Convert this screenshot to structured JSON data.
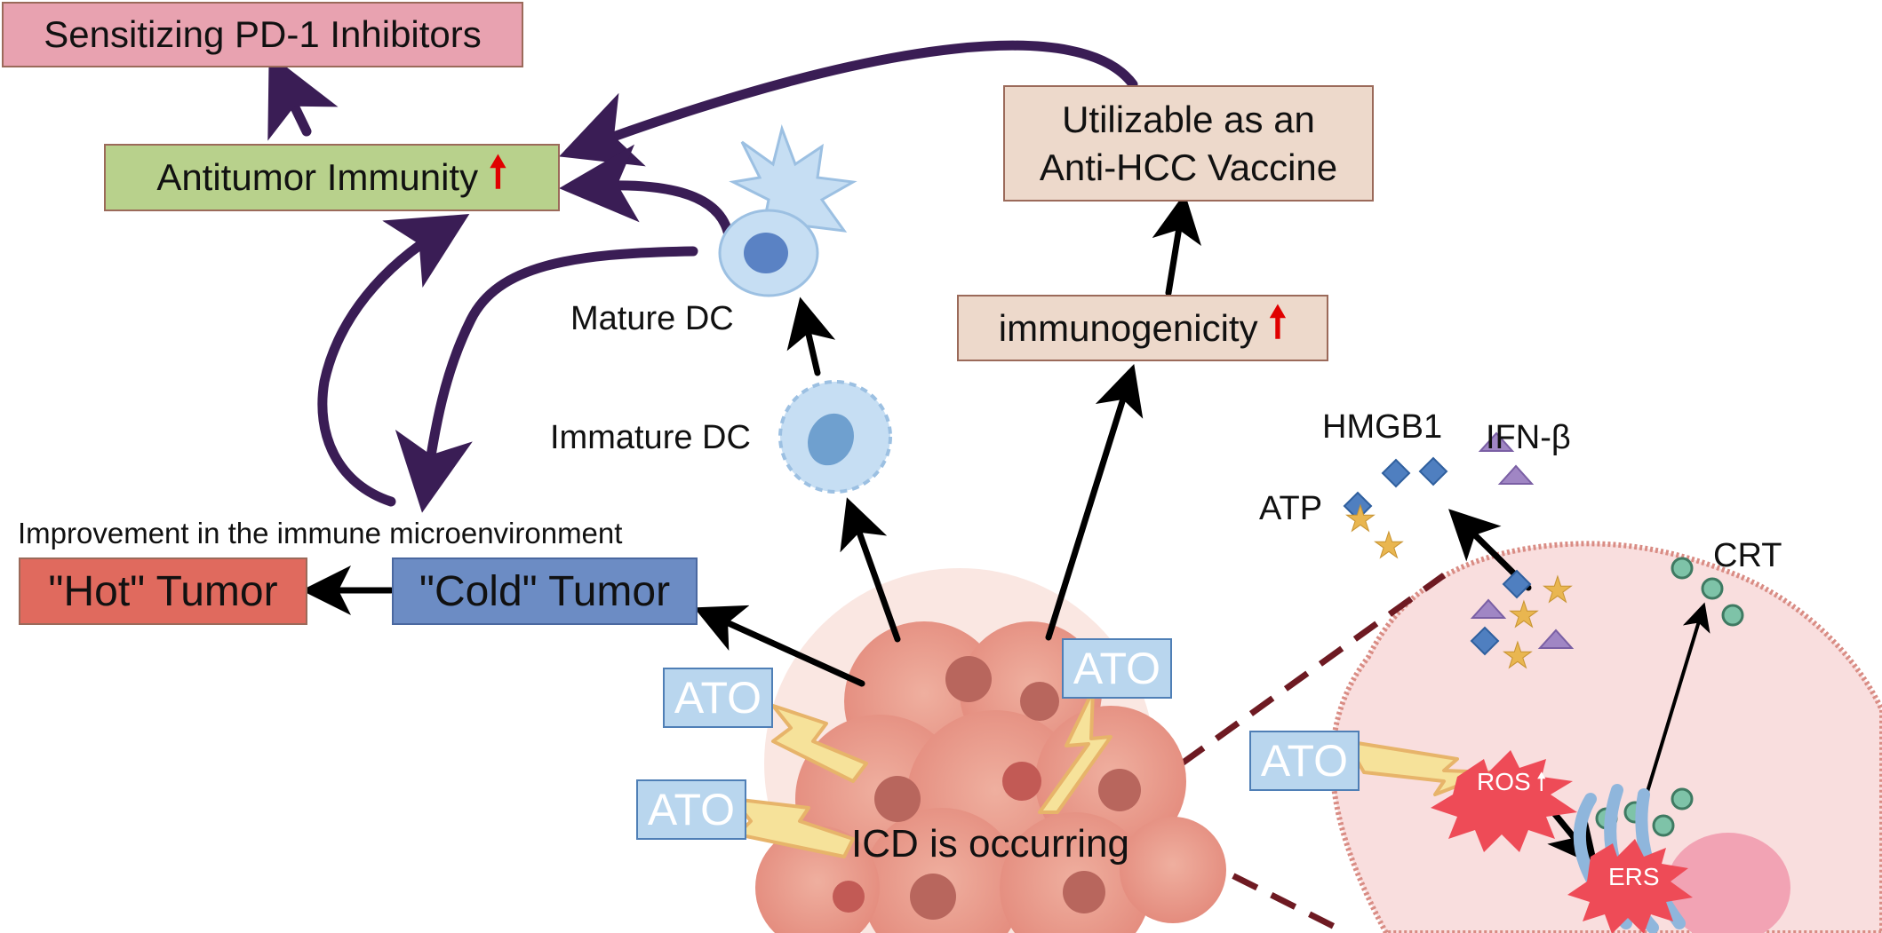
{
  "labels": {
    "sensitizing": "Sensitizing PD-1 Inhibitors",
    "antitumor": "Antitumor Immunity",
    "vaccine_line1": "Utilizable as an",
    "vaccine_line2": "Anti-HCC Vaccine",
    "immunogenicity": "immunogenicity",
    "mature_dc": "Mature DC",
    "immature_dc": "Immature DC",
    "improvement": "Improvement in the immune microenvironment",
    "hot_tumor": "\"Hot\" Tumor",
    "cold_tumor": "\"Cold\" Tumor",
    "hmgb1": "HMGB1",
    "ifn": "IFN-β",
    "atp": "ATP",
    "crt": "CRT",
    "icd": "ICD is occurring",
    "ros": "ROS",
    "ers": "ERS",
    "up_arrow": "🠕"
  },
  "ato_labels": [
    "ATO",
    "ATO",
    "ATO",
    "ATO"
  ],
  "colors": {
    "sensitizing_fill": "#e8a2b0",
    "antitumor_fill": "#b8d18c",
    "beige_fill": "#edd9cb",
    "hot_fill": "#e06a5e",
    "cold_fill": "#6c8cc4",
    "ato_fill": "#b9d6ee",
    "purple_arrow": "#3a1d55",
    "dashed_line": "#6e1a22",
    "cell_fill": "#f9dede",
    "cell_border": "#d98c84",
    "bolt": "#f6e29a",
    "ros_ers": "#ee4b57",
    "er": "#8fb6dc",
    "crt_dot": "#7ec3a8",
    "dc_fill": "#c6def3",
    "tumor_fill": "#e79a8c"
  },
  "icons": [
    "lightning-bolt-icon",
    "dendritic-cell-icon",
    "tumor-cluster-icon",
    "star-icon",
    "diamond-icon",
    "triangle-icon"
  ]
}
